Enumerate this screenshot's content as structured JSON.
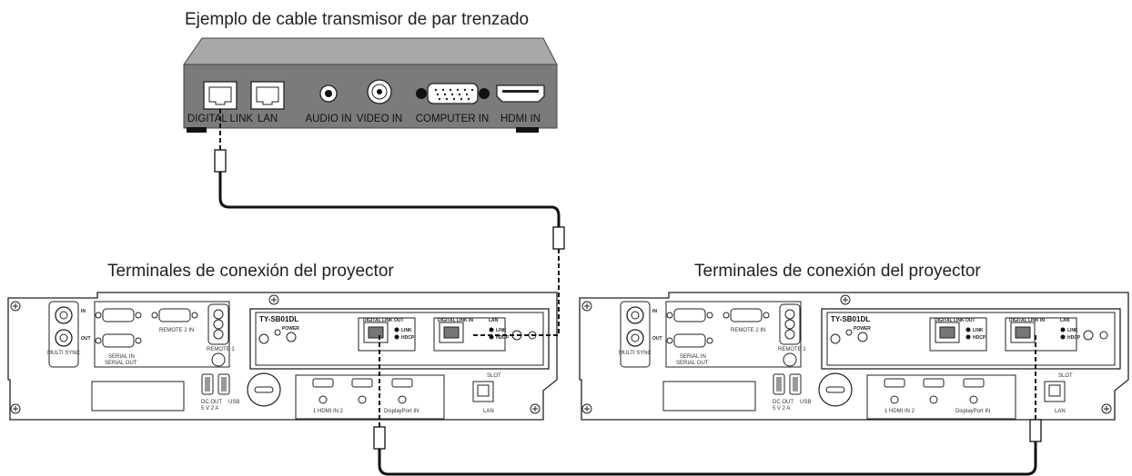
{
  "titles": {
    "transmitter": "Ejemplo de cable transmisor de par trenzado",
    "projector_left": "Terminales de conexión del proyector",
    "projector_right": "Terminales de conexión del proyector"
  },
  "transmitter_ports": {
    "digital_link": "DIGITAL LINK",
    "lan": "LAN",
    "audio_in": "AUDIO IN",
    "video_in": "VIDEO IN",
    "computer_in": "COMPUTER IN",
    "hdmi_in": "HDMI IN"
  },
  "projector_panel": {
    "multi_sync": "MULTI SYNC",
    "in": "IN",
    "out": "OUT",
    "serial_in": "SERIAL IN",
    "serial_out": "SERIAL OUT",
    "remote_2_in": "REMOTE 2 IN",
    "remote_1": "REMOTE 1",
    "model": "TY-SB01DL",
    "power": "POWER",
    "digital_link_out": "DIGITAL LINK OUT",
    "digital_link_in": "DIGITAL LINK IN",
    "lan_small": "LAN",
    "link": "LINK",
    "hdcp": "HDCP",
    "slot": "SLOT",
    "dc_out": "DC OUT",
    "dc_rating": "5 V 2 A",
    "usb": "USB",
    "hdmi_row": "1   HDMI IN   2",
    "displayport_in": "DisplayPort IN",
    "lan": "LAN"
  },
  "colors": {
    "line": "#222222",
    "panel_fill": "#ffffff",
    "box_fill": "#7b7b7b",
    "box_top": "#a8a8a8",
    "cable": "#111111"
  }
}
